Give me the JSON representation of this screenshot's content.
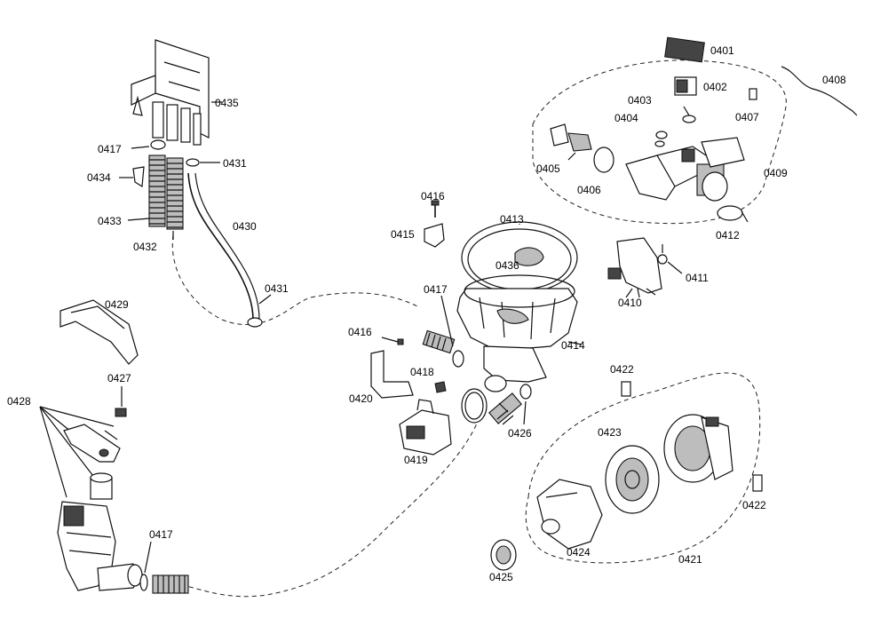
{
  "labels": {
    "l0401": "0401",
    "l0402": "0402",
    "l0403": "0403",
    "l0404": "0404",
    "l0405": "0405",
    "l0406": "0406",
    "l0407": "0407",
    "l0408": "0408",
    "l0409": "0409",
    "l0410": "0410",
    "l0411": "0411",
    "l0412": "0412",
    "l0413": "0413",
    "l0414": "0414",
    "l0415": "0415",
    "l0416a": "0416",
    "l0416b": "0416",
    "l0417a": "0417",
    "l0417b": "0417",
    "l0417c": "0417",
    "l0418": "0418",
    "l0419": "0419",
    "l0420": "0420",
    "l0421": "0421",
    "l0422a": "0422",
    "l0422b": "0422",
    "l0423": "0423",
    "l0424": "0424",
    "l0425": "0425",
    "l0426": "0426",
    "l0427": "0427",
    "l0428": "0428",
    "l0429": "0429",
    "l0430": "0430",
    "l0431a": "0431",
    "l0431b": "0431",
    "l0432": "0432",
    "l0433": "0433",
    "l0434": "0434",
    "l0435": "0435",
    "l0436": "0436"
  }
}
